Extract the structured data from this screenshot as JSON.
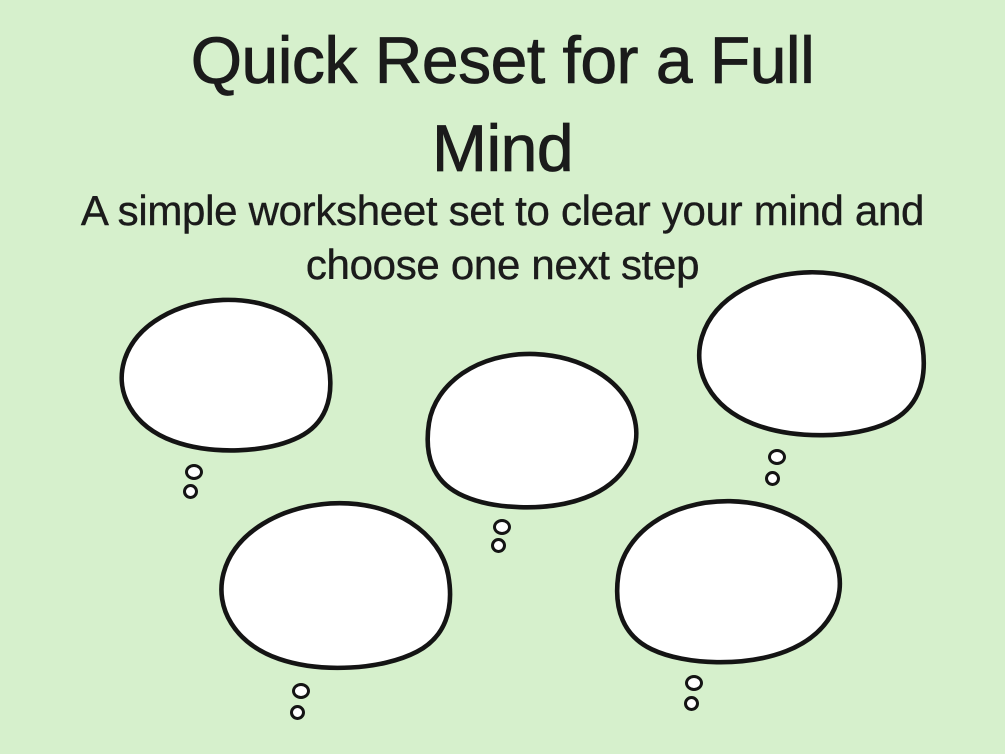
{
  "page": {
    "title": "Quick Reset for a Full Mind",
    "title_lines": [
      "Quick Reset for a Full",
      "Mind"
    ],
    "subtitle": "A simple worksheet set to clear your mind and choose one next step",
    "subtitle_lines": [
      "A simple worksheet set to clear your mind and",
      "choose one next step"
    ]
  },
  "thought_bubbles": {
    "count": 5,
    "items": [
      {
        "name": "thought-bubble-1",
        "position": "top-left",
        "text": ""
      },
      {
        "name": "thought-bubble-2",
        "position": "top-middle",
        "text": ""
      },
      {
        "name": "thought-bubble-3",
        "position": "top-right",
        "text": ""
      },
      {
        "name": "thought-bubble-4",
        "position": "bottom-left",
        "text": ""
      },
      {
        "name": "thought-bubble-5",
        "position": "bottom-right",
        "text": ""
      }
    ]
  },
  "colors": {
    "background": "#d6f0cc",
    "bubble_fill": "#ffffff",
    "outline": "#141414",
    "text": "#1b1b1b"
  }
}
